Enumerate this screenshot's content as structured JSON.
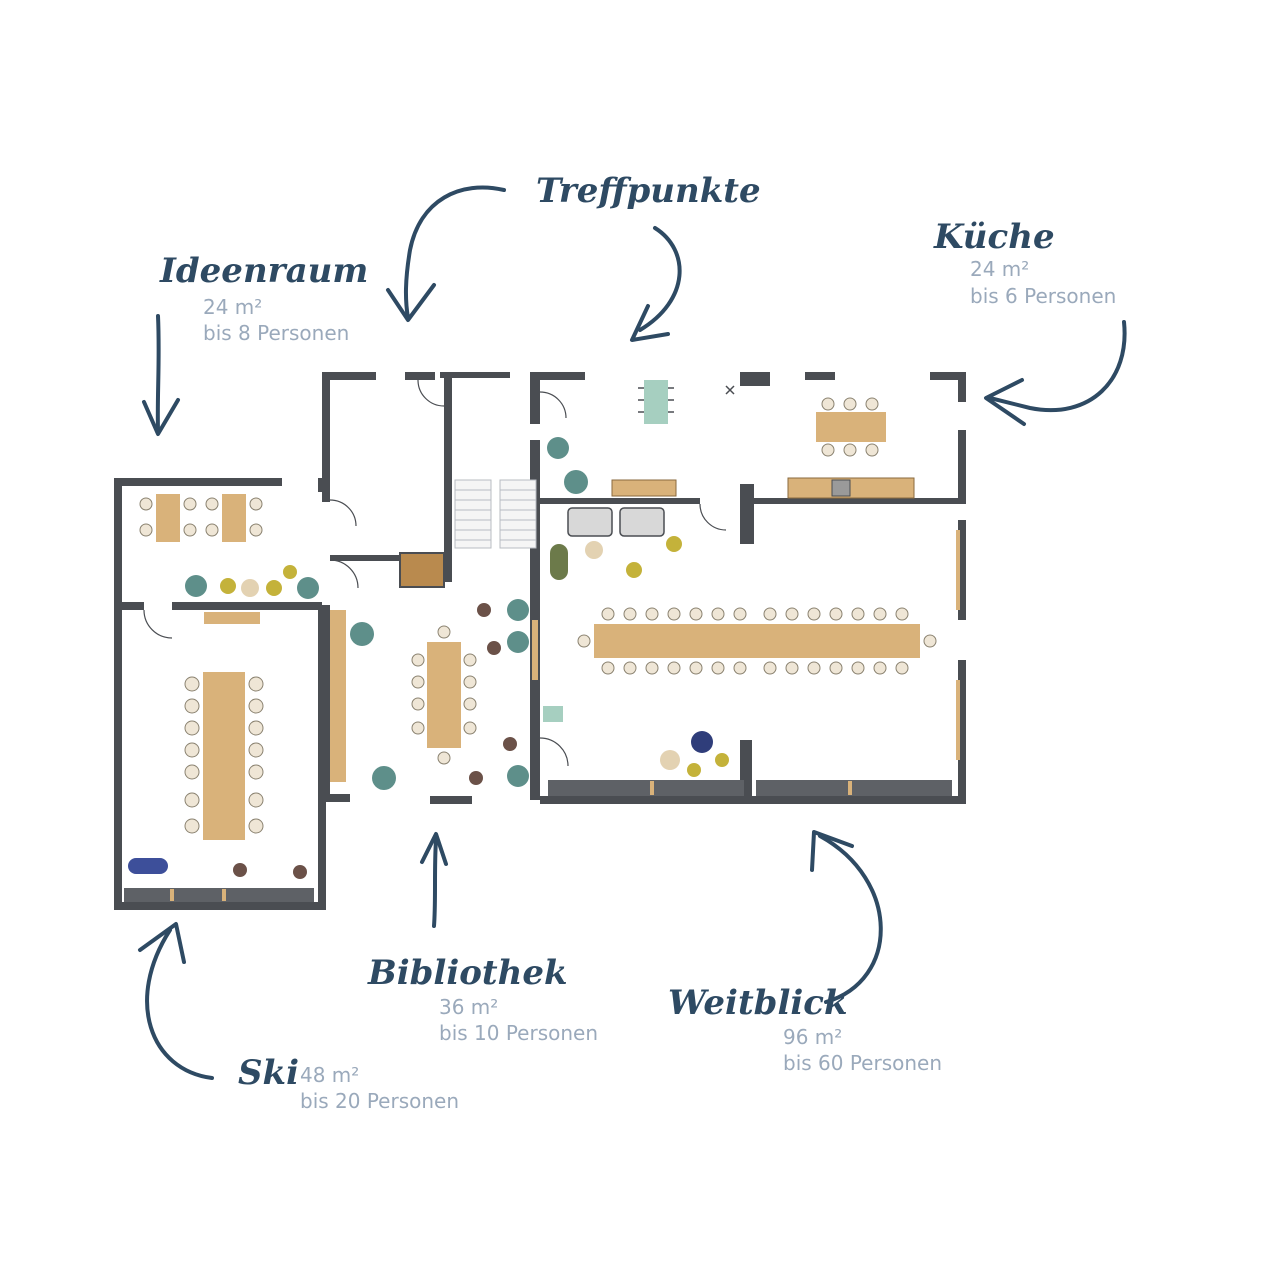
{
  "rooms": {
    "ideenraum": {
      "name": "Ideenraum",
      "area": "24 m²",
      "capacity": "bis 8 Personen"
    },
    "treffpunkte": {
      "name": "Treffpunkte"
    },
    "kueche": {
      "name": "Küche",
      "area": "24 m²",
      "capacity": "bis 6 Personen"
    },
    "ski": {
      "name": "Ski",
      "area": "48 m²",
      "capacity": "bis 20 Personen"
    },
    "bibliothek": {
      "name": "Bibliothek",
      "area": "36 m²",
      "capacity": "bis 10 Personen"
    },
    "weitblick": {
      "name": "Weitblick",
      "area": "96 m²",
      "capacity": "bis 60 Personen"
    }
  },
  "colors": {
    "wall": "#4a4d52",
    "label": "#2e4a63",
    "info": "#9aa9bb",
    "table": "#d9b27a",
    "chair": "#efe6d6",
    "teal": "#5e8f8a",
    "mustard": "#c4b23a",
    "brown": "#6b5148",
    "navy": "#2f3d7a",
    "mint": "#a6cfc0"
  }
}
